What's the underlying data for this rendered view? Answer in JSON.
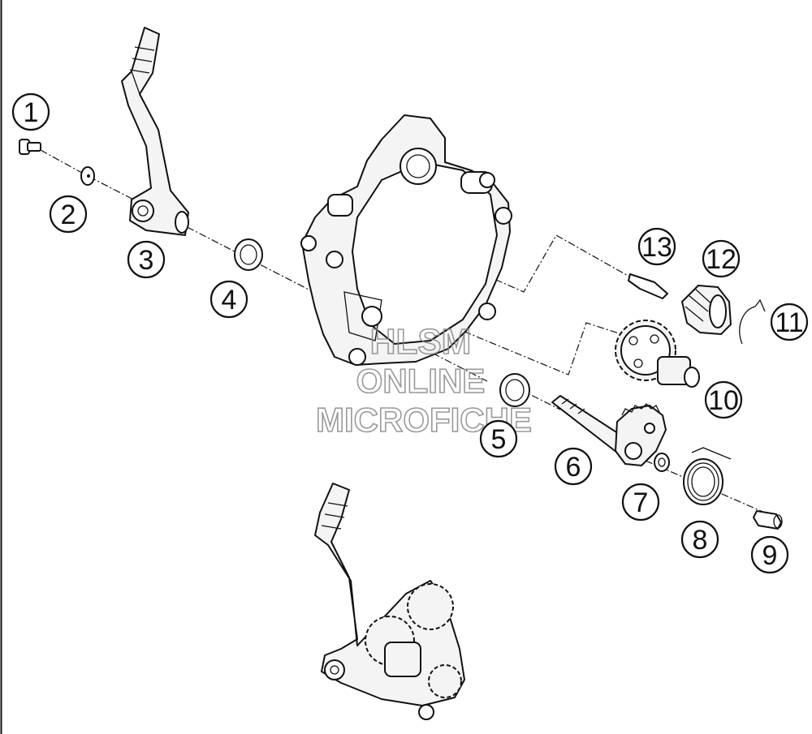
{
  "callouts": [
    {
      "label": "1"
    },
    {
      "label": "2"
    },
    {
      "label": "3"
    },
    {
      "label": "4"
    },
    {
      "label": "5"
    },
    {
      "label": "6"
    },
    {
      "label": "7"
    },
    {
      "label": "8"
    },
    {
      "label": "9"
    },
    {
      "label": "10"
    },
    {
      "label": "11"
    },
    {
      "label": "12"
    },
    {
      "label": "13"
    }
  ],
  "watermark": {
    "line1": "HLSM",
    "line2": "ONLINE",
    "line3": "MICROFICHE"
  },
  "colors": {
    "ink": "#111111",
    "paper": "#ffffff",
    "part_fill": "#f4f4f4",
    "watermark": "#888888"
  }
}
